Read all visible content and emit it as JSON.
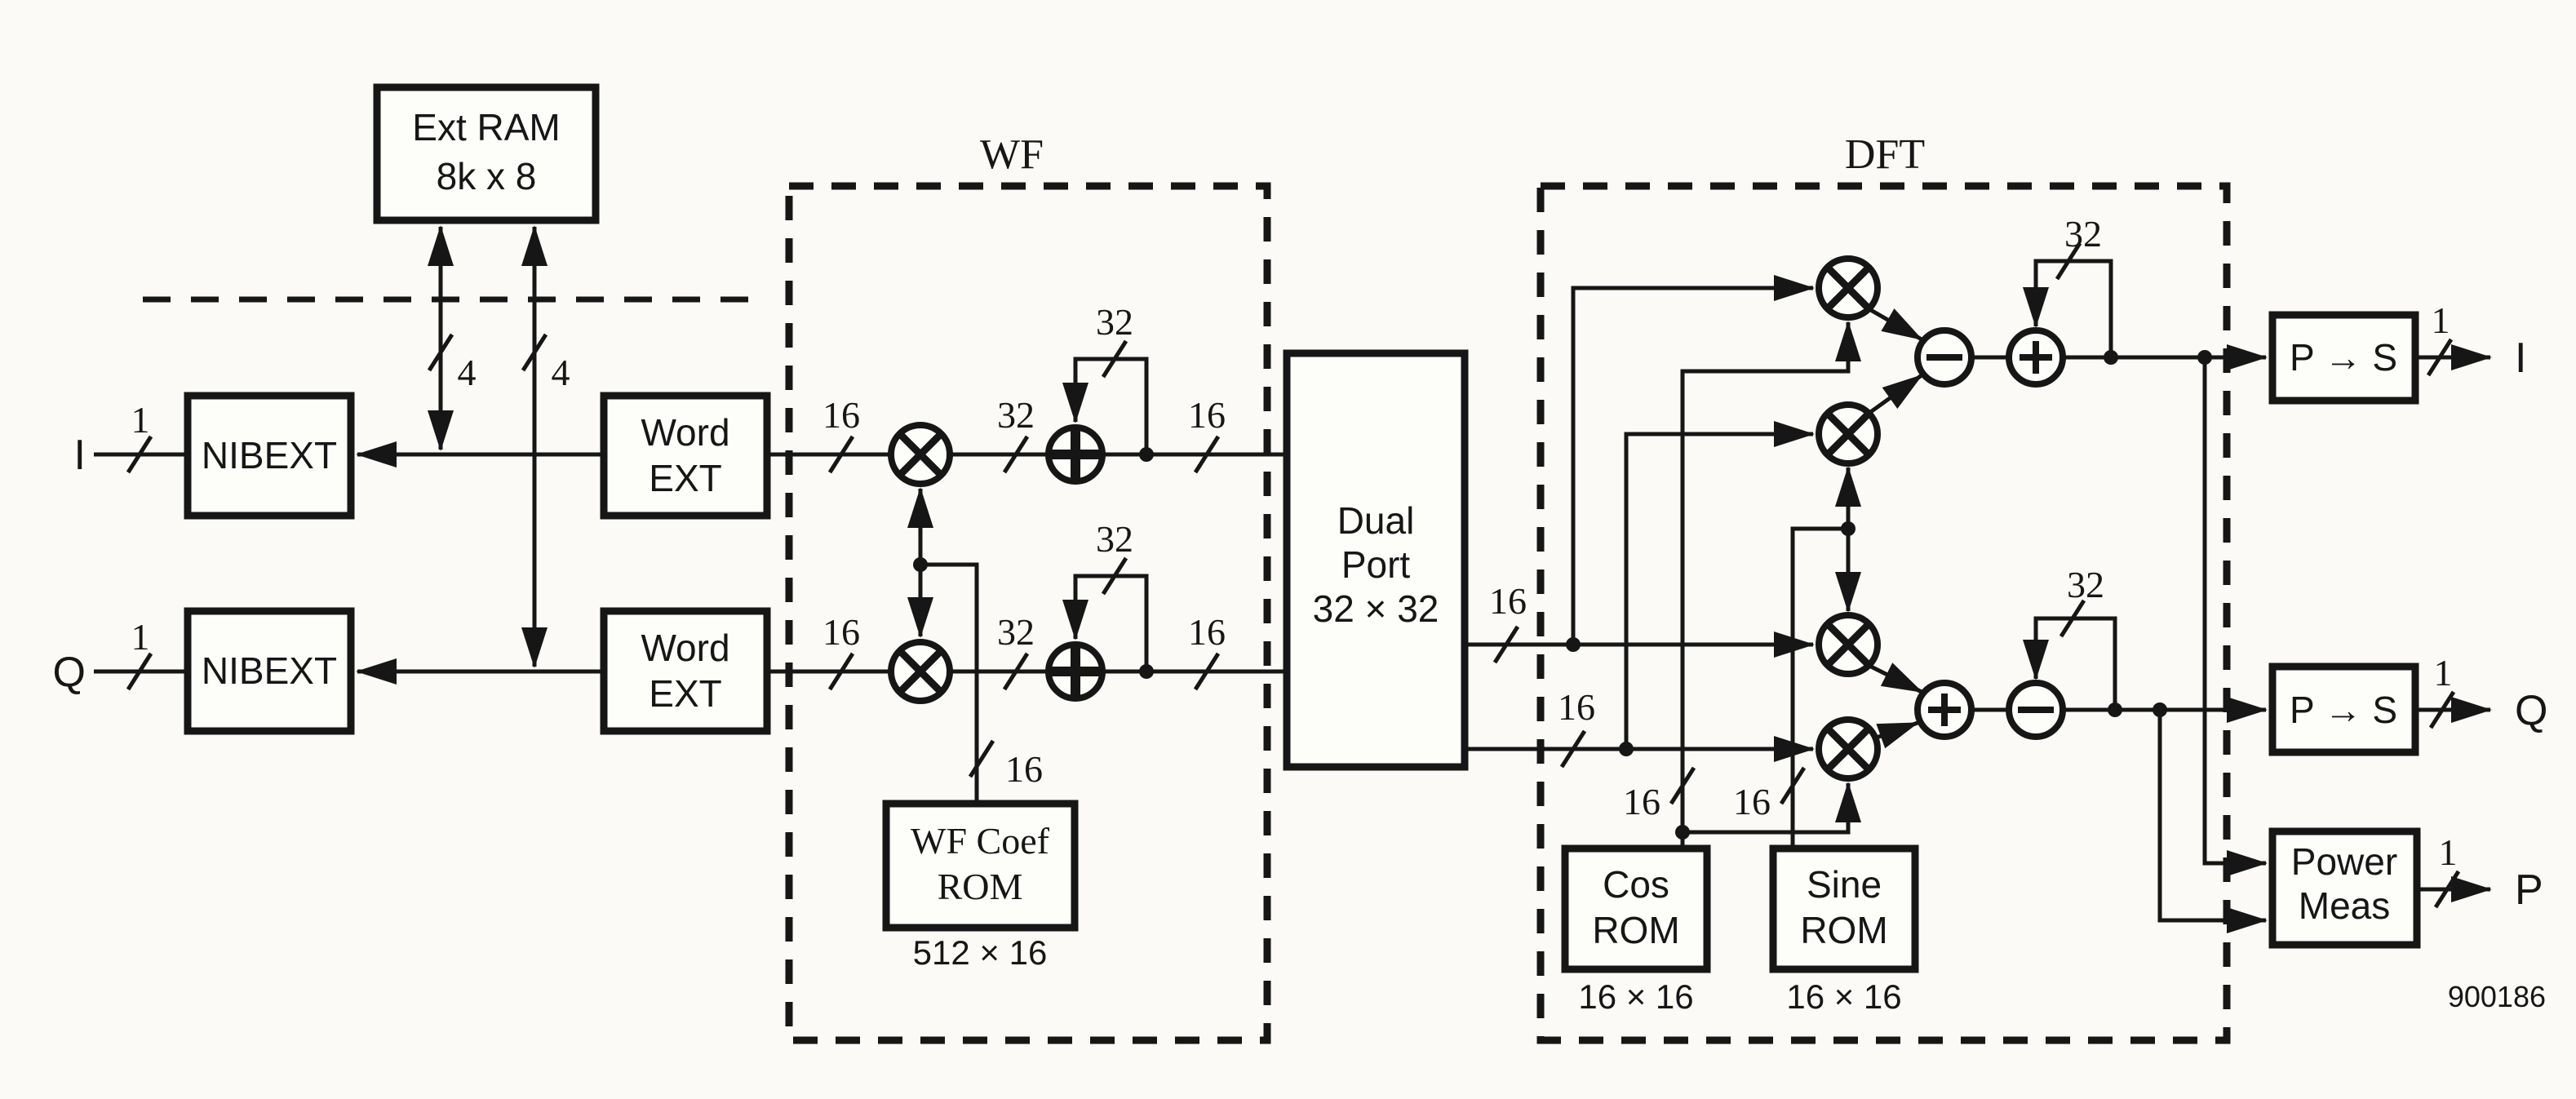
{
  "diagram_kind": "dsp-block-diagram",
  "colors": {
    "paper": "#fbfaf7",
    "ink": "#161616"
  },
  "part_number": "900186",
  "sections": {
    "wf": "WF",
    "dft": "DFT"
  },
  "io": {
    "in_i": "I",
    "in_q": "Q",
    "out_i": "I",
    "out_q": "Q",
    "out_p": "P"
  },
  "buses": {
    "b1": "1",
    "b4": "4",
    "b16": "16",
    "b32": "32"
  },
  "blocks": {
    "ext_ram": {
      "l1": "Ext RAM",
      "l2": "8k x 8"
    },
    "nibext": {
      "label": "NIBEXT"
    },
    "word_ext": {
      "l1": "Word",
      "l2": "EXT"
    },
    "wf_coef_rom": {
      "l1": "WF Coef",
      "l2": "ROM",
      "size": "512 × 16"
    },
    "dual_port": {
      "l1": "Dual",
      "l2": "Port",
      "l3": "32 × 32"
    },
    "cos_rom": {
      "l1": "Cos",
      "l2": "ROM",
      "size": "16 × 16"
    },
    "sine_rom": {
      "l1": "Sine",
      "l2": "ROM",
      "size": "16 × 16"
    },
    "p_to_s": {
      "label": "P → S"
    },
    "power_meas": {
      "l1": "Power",
      "l2": "Meas"
    }
  }
}
